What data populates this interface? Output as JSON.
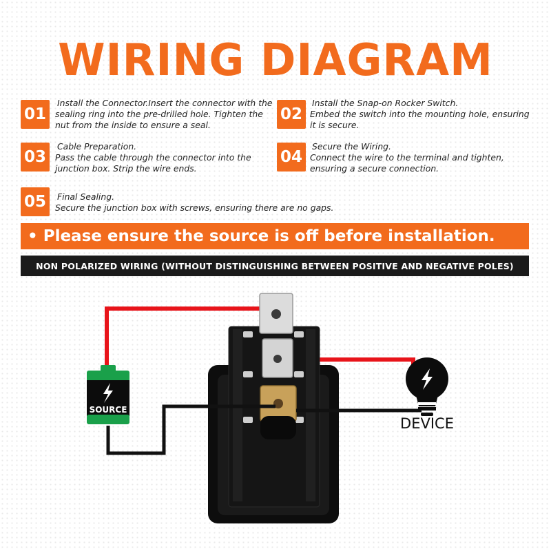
{
  "title": "WIRING DIAGRAM",
  "steps": [
    {
      "num": "01",
      "lines": [
        "Install the Connector.Insert the connector with the",
        "sealing ring into the pre-drilled hole. Tighten the",
        "nut from the inside to ensure a seal."
      ]
    },
    {
      "num": "02",
      "lines": [
        "Install the Snap-on Rocker Switch.",
        "Embed the switch into the mounting hole, ensuring",
        "it is secure."
      ]
    },
    {
      "num": "03",
      "lines": [
        "Cable Preparation.",
        "Pass the cable through the connector into the",
        "junction box. Strip the wire ends."
      ]
    },
    {
      "num": "04",
      "lines": [
        "Secure the Wiring.",
        "Connect the wire to the terminal and tighten,",
        "ensuring a secure connection."
      ]
    },
    {
      "num": "05",
      "lines": [
        "Final Sealing.",
        "Secure the junction box with screws, ensuring there are no gaps."
      ]
    }
  ],
  "warning": "• Please ensure the source is off before installation.",
  "subtitle": "NON POLARIZED WIRING (WITHOUT DISTINGUISHING BETWEEN POSITIVE AND NEGATIVE POLES)",
  "diagram": {
    "source_label": "SOURCE",
    "device_label": "DEVICE",
    "colors": {
      "accent": "#f26b1d",
      "live_wire": "#e8141a",
      "neutral_wire": "#111111",
      "source_green": "#1aa04a",
      "terminal_silver": "#d9d9d9",
      "terminal_brass": "#c8a15a"
    },
    "icons": [
      "lightning-bolt-icon",
      "light-bulb-icon"
    ]
  }
}
